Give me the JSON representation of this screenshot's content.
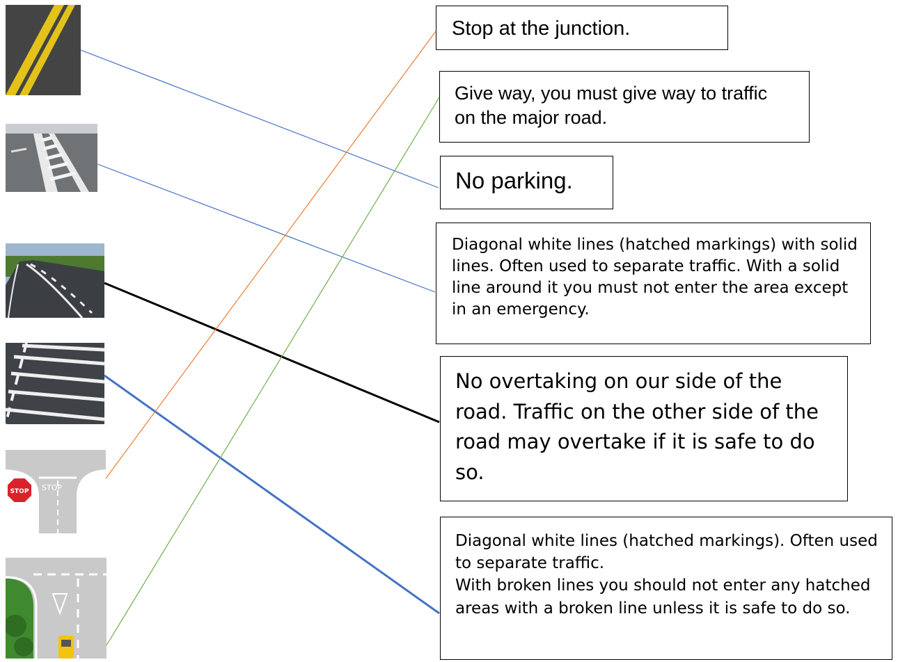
{
  "images": [
    {
      "id": "img-1",
      "icon": "double-yellow-lines-icon"
    },
    {
      "id": "img-2",
      "icon": "hatched-markings-solid-icon"
    },
    {
      "id": "img-3",
      "icon": "no-overtaking-road-icon"
    },
    {
      "id": "img-4",
      "icon": "hatched-markings-broken-icon"
    },
    {
      "id": "img-5",
      "icon": "stop-junction-icon",
      "sign_text": "STOP",
      "road_text": "STOP"
    },
    {
      "id": "img-6",
      "icon": "give-way-junction-icon"
    }
  ],
  "descriptions": [
    {
      "id": "desc-stop",
      "text": "Stop at the junction."
    },
    {
      "id": "desc-giveway",
      "text": "Give way, you must give way to traffic on the major road."
    },
    {
      "id": "desc-noparking",
      "text": "No parking."
    },
    {
      "id": "desc-hatched-solid",
      "text": "Diagonal white lines (hatched markings) with solid lines. Often used to separate traffic. With a solid line around it you must not enter the area except in an emergency."
    },
    {
      "id": "desc-no-overtaking",
      "text": "No overtaking on our side of the road. Traffic on the other side of the road may overtake if it is safe to do so."
    },
    {
      "id": "desc-hatched-broken",
      "text": "Diagonal white lines (hatched markings). Often used to separate traffic.\nWith broken lines you should not enter any hatched areas with a broken line unless it is safe to do so."
    }
  ],
  "connections": [
    {
      "from": "img-1",
      "to": "desc-noparking",
      "color": "#4472C4"
    },
    {
      "from": "img-2",
      "to": "desc-hatched-solid",
      "color": "#4472C4"
    },
    {
      "from": "img-3",
      "to": "desc-no-overtaking",
      "color": "#000000"
    },
    {
      "from": "img-4",
      "to": "desc-hatched-broken",
      "color": "#4472C4"
    },
    {
      "from": "img-5",
      "to": "desc-stop",
      "color": "#ED7D31"
    },
    {
      "from": "img-6",
      "to": "desc-giveway",
      "color": "#70AD47"
    }
  ]
}
